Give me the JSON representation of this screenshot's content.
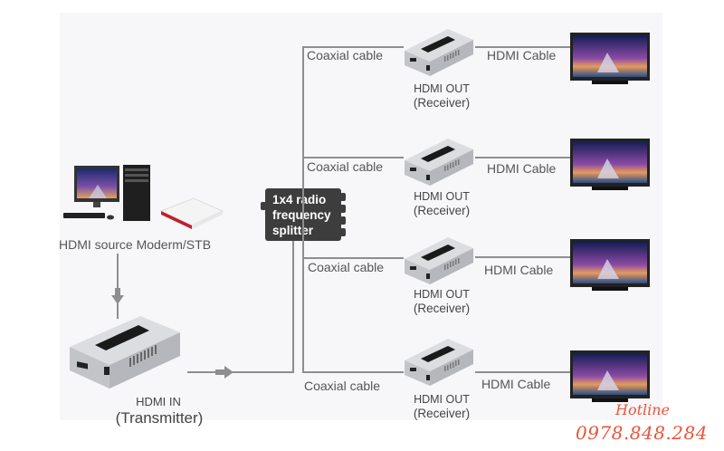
{
  "diagram": {
    "title": "HDMI over coaxial 1x4 splitter connection diagram",
    "source": {
      "label": "HDMI source Moderm/STB",
      "devices": [
        "desktop-computer",
        "set-top-box"
      ]
    },
    "transmitter": {
      "label_line1": "HDMI IN",
      "label_line2": "(Transmitter)"
    },
    "splitter": {
      "line1": "1x4 radio",
      "line2": "frequency",
      "line3": "splitter"
    },
    "branches": [
      {
        "coax_label": "Coaxial cable",
        "receiver_line1": "HDMI OUT",
        "receiver_line2": "(Receiver)",
        "hdmi_label": "HDMI Cable"
      },
      {
        "coax_label": "Coaxial cable",
        "receiver_line1": "HDMI OUT",
        "receiver_line2": "(Receiver)",
        "hdmi_label": "HDMI Cable"
      },
      {
        "coax_label": "Coaxial cable",
        "receiver_line1": "HDMI OUT",
        "receiver_line2": "(Receiver)",
        "hdmi_label": "HDMI Cable"
      },
      {
        "coax_label": "Coaxial cable",
        "receiver_line1": "HDMI OUT",
        "receiver_line2": "(Receiver)",
        "hdmi_label": "HDMI Cable"
      }
    ]
  },
  "watermark": {
    "word": "Hotline",
    "phone": "0978.848.284",
    "color": "#e8553d"
  },
  "colors": {
    "panel": "#f7f7f9",
    "line": "#8e8e8e",
    "splitter": "#3d3d3d",
    "text": "#555555"
  }
}
